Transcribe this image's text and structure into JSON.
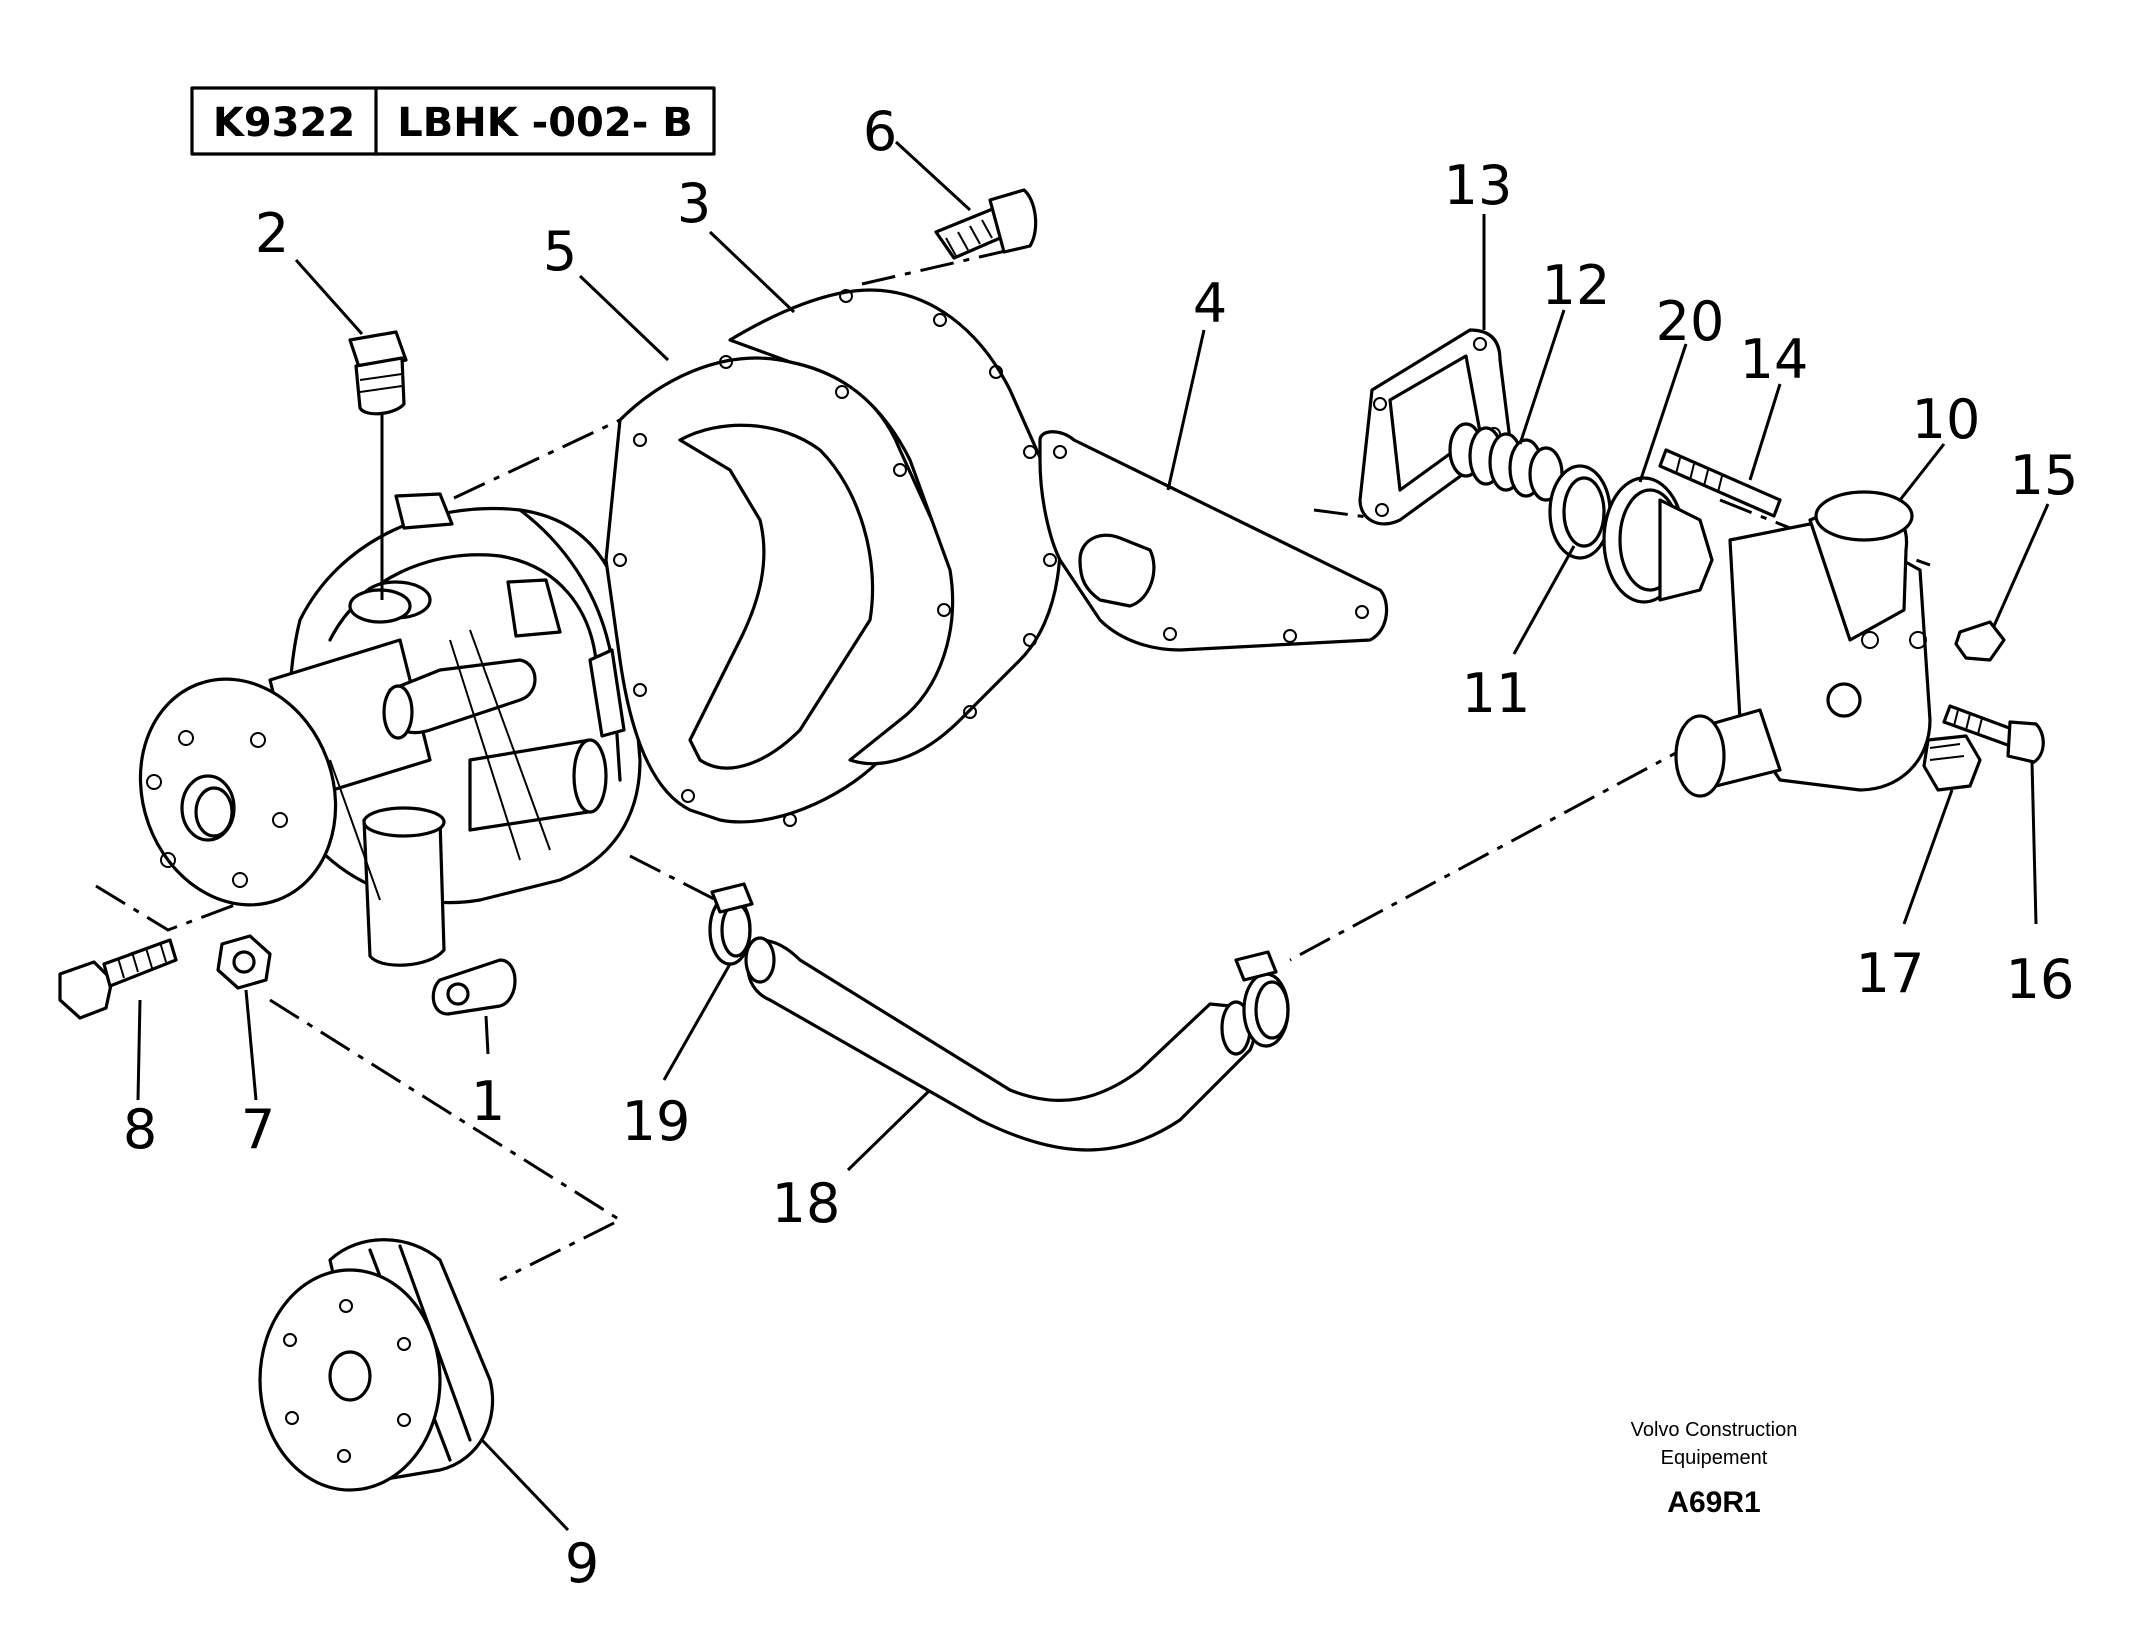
{
  "header": {
    "code": "K9322",
    "reference": "LBHK -002- B"
  },
  "footer": {
    "brand_line1": "Volvo Construction",
    "brand_line2": "Equipement",
    "figure_id": "A69R1"
  },
  "callouts": {
    "c1": "1",
    "c2": "2",
    "c3": "3",
    "c4": "4",
    "c5": "5",
    "c6": "6",
    "c7": "7",
    "c8": "8",
    "c9": "9",
    "c10": "10",
    "c11": "11",
    "c12": "12",
    "c13": "13",
    "c14": "14",
    "c15": "15",
    "c16": "16",
    "c17": "17",
    "c18": "18",
    "c19": "19",
    "c20": "20"
  }
}
